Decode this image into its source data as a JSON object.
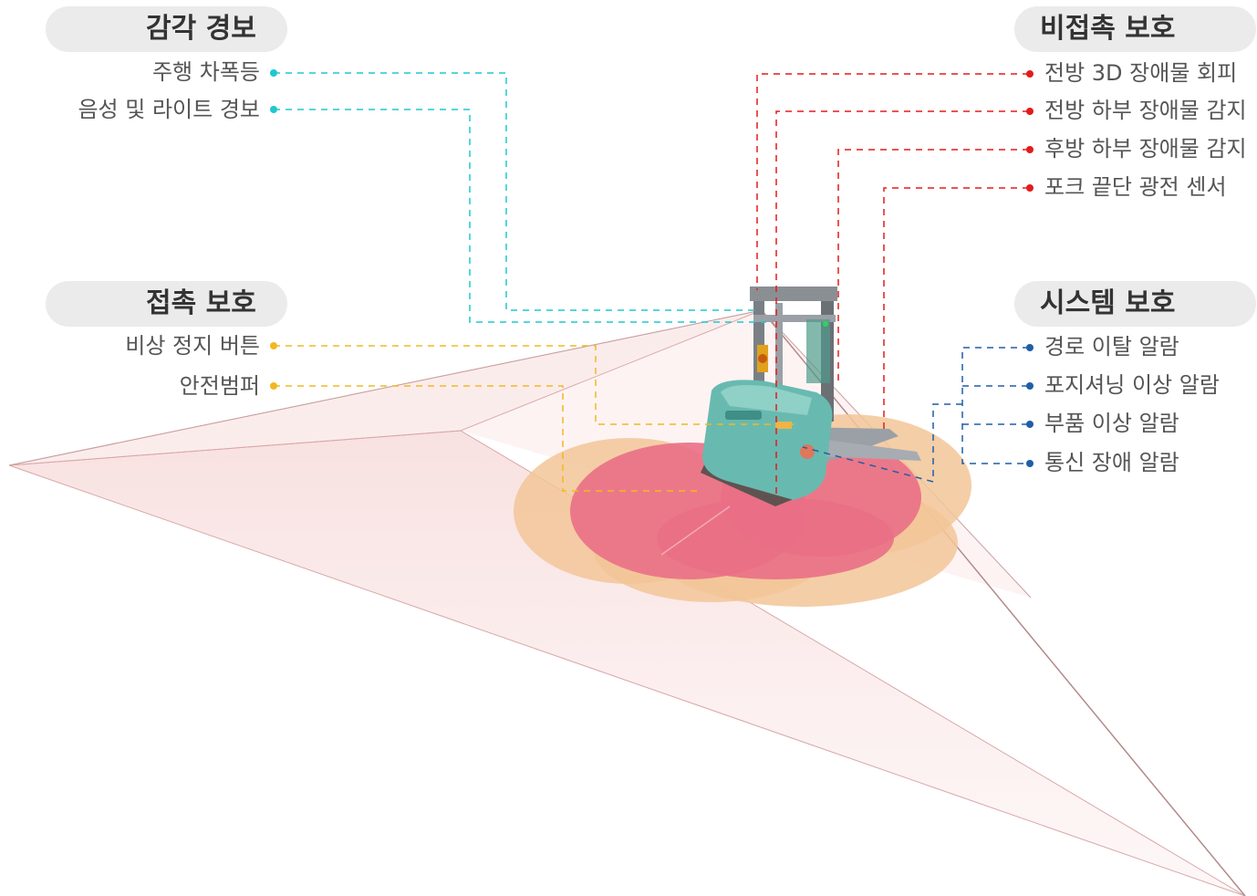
{
  "groups": {
    "sensory_alarm": {
      "title": "감각 경보",
      "color": "#1ec8cf",
      "items": [
        "주행 차폭등",
        "음성 및 라이트 경보"
      ]
    },
    "contact_protection": {
      "title": "접촉 보호",
      "color": "#f3b820",
      "items": [
        "비상 정지 버튼",
        "안전범퍼"
      ]
    },
    "non_contact_protection": {
      "title": "비접촉 보호",
      "color": "#e41b1b",
      "items": [
        "전방 3D 장애물 회피",
        "전방 하부 장애물 감지",
        "후방 하부 장애물 감지",
        "포크 끝단 광전 센서"
      ]
    },
    "system_protection": {
      "title": "시스템 보호",
      "color": "#1f5fa8",
      "items": [
        "경로 이탈 알람",
        "포지셔닝 이상 알람",
        "부품 이상 알람",
        "통신 장애 알람"
      ]
    }
  }
}
